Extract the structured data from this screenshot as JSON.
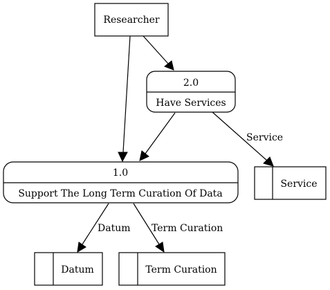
{
  "external_entities": [
    {
      "id": "researcher",
      "label": "Researcher"
    }
  ],
  "processes": [
    {
      "id": "p2",
      "number": "2.0",
      "name": "Have Services"
    },
    {
      "id": "p1",
      "number": "1.0",
      "name": "Support The Long Term Curation Of Data"
    }
  ],
  "data_stores": [
    {
      "id": "service",
      "label": "Service"
    },
    {
      "id": "datum",
      "label": "Datum"
    },
    {
      "id": "term-curation",
      "label": "Term Curation"
    }
  ],
  "flows": [
    {
      "from": "researcher",
      "to": "p2",
      "label": ""
    },
    {
      "from": "researcher",
      "to": "p1",
      "label": ""
    },
    {
      "from": "p2",
      "to": "p1",
      "label": ""
    },
    {
      "from": "p2",
      "to": "service",
      "label": "Service"
    },
    {
      "from": "p1",
      "to": "datum",
      "label": "Datum"
    },
    {
      "from": "p1",
      "to": "term-curation",
      "label": "Term Curation"
    }
  ]
}
